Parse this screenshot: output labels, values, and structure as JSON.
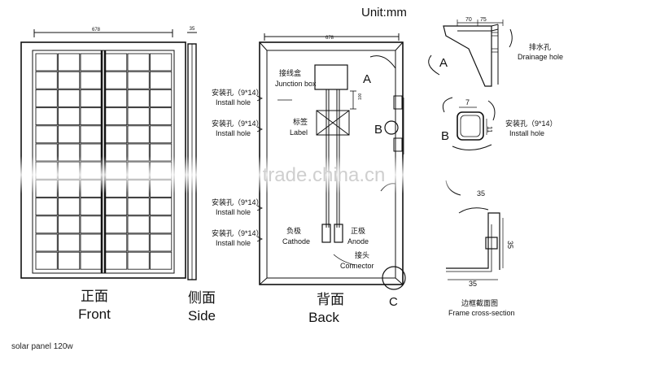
{
  "unit_label": "Unit:mm",
  "dimensions": {
    "width": "678",
    "depth": "35"
  },
  "views": {
    "front": {
      "cn": "正面",
      "en": "Front"
    },
    "side": {
      "cn": "侧面",
      "en": "Side"
    },
    "back": {
      "cn": "背面",
      "en": "Back"
    }
  },
  "install_hole": {
    "cn": "安装孔（9*14）",
    "en": "Install hole"
  },
  "junction_box": {
    "cn": "接线盒",
    "en": "Junction box"
  },
  "label": {
    "cn": "标签",
    "en": "Label"
  },
  "cathode": {
    "cn": "负极",
    "en": "Cathode"
  },
  "anode": {
    "cn": "正极",
    "en": "Anode"
  },
  "connector": {
    "cn": "接头",
    "en": "Connector"
  },
  "cable_length": "100",
  "markers": {
    "a": "A",
    "b": "B",
    "c": "C"
  },
  "detail_a": {
    "dim1": "70",
    "dim2": "75",
    "cn": "排水孔",
    "en": "Drainage hole"
  },
  "detail_b": {
    "dim_w": "7",
    "dim_h": "11",
    "cn": "安装孔（9*14）",
    "en": "Install hole",
    "dim_bottom": "35"
  },
  "detail_c": {
    "dim_h": "35",
    "dim_w": "35",
    "cn": "边框截面图",
    "en": "Frame cross-section"
  },
  "watermark": "trade.china.cn",
  "caption": "solar panel 120w"
}
